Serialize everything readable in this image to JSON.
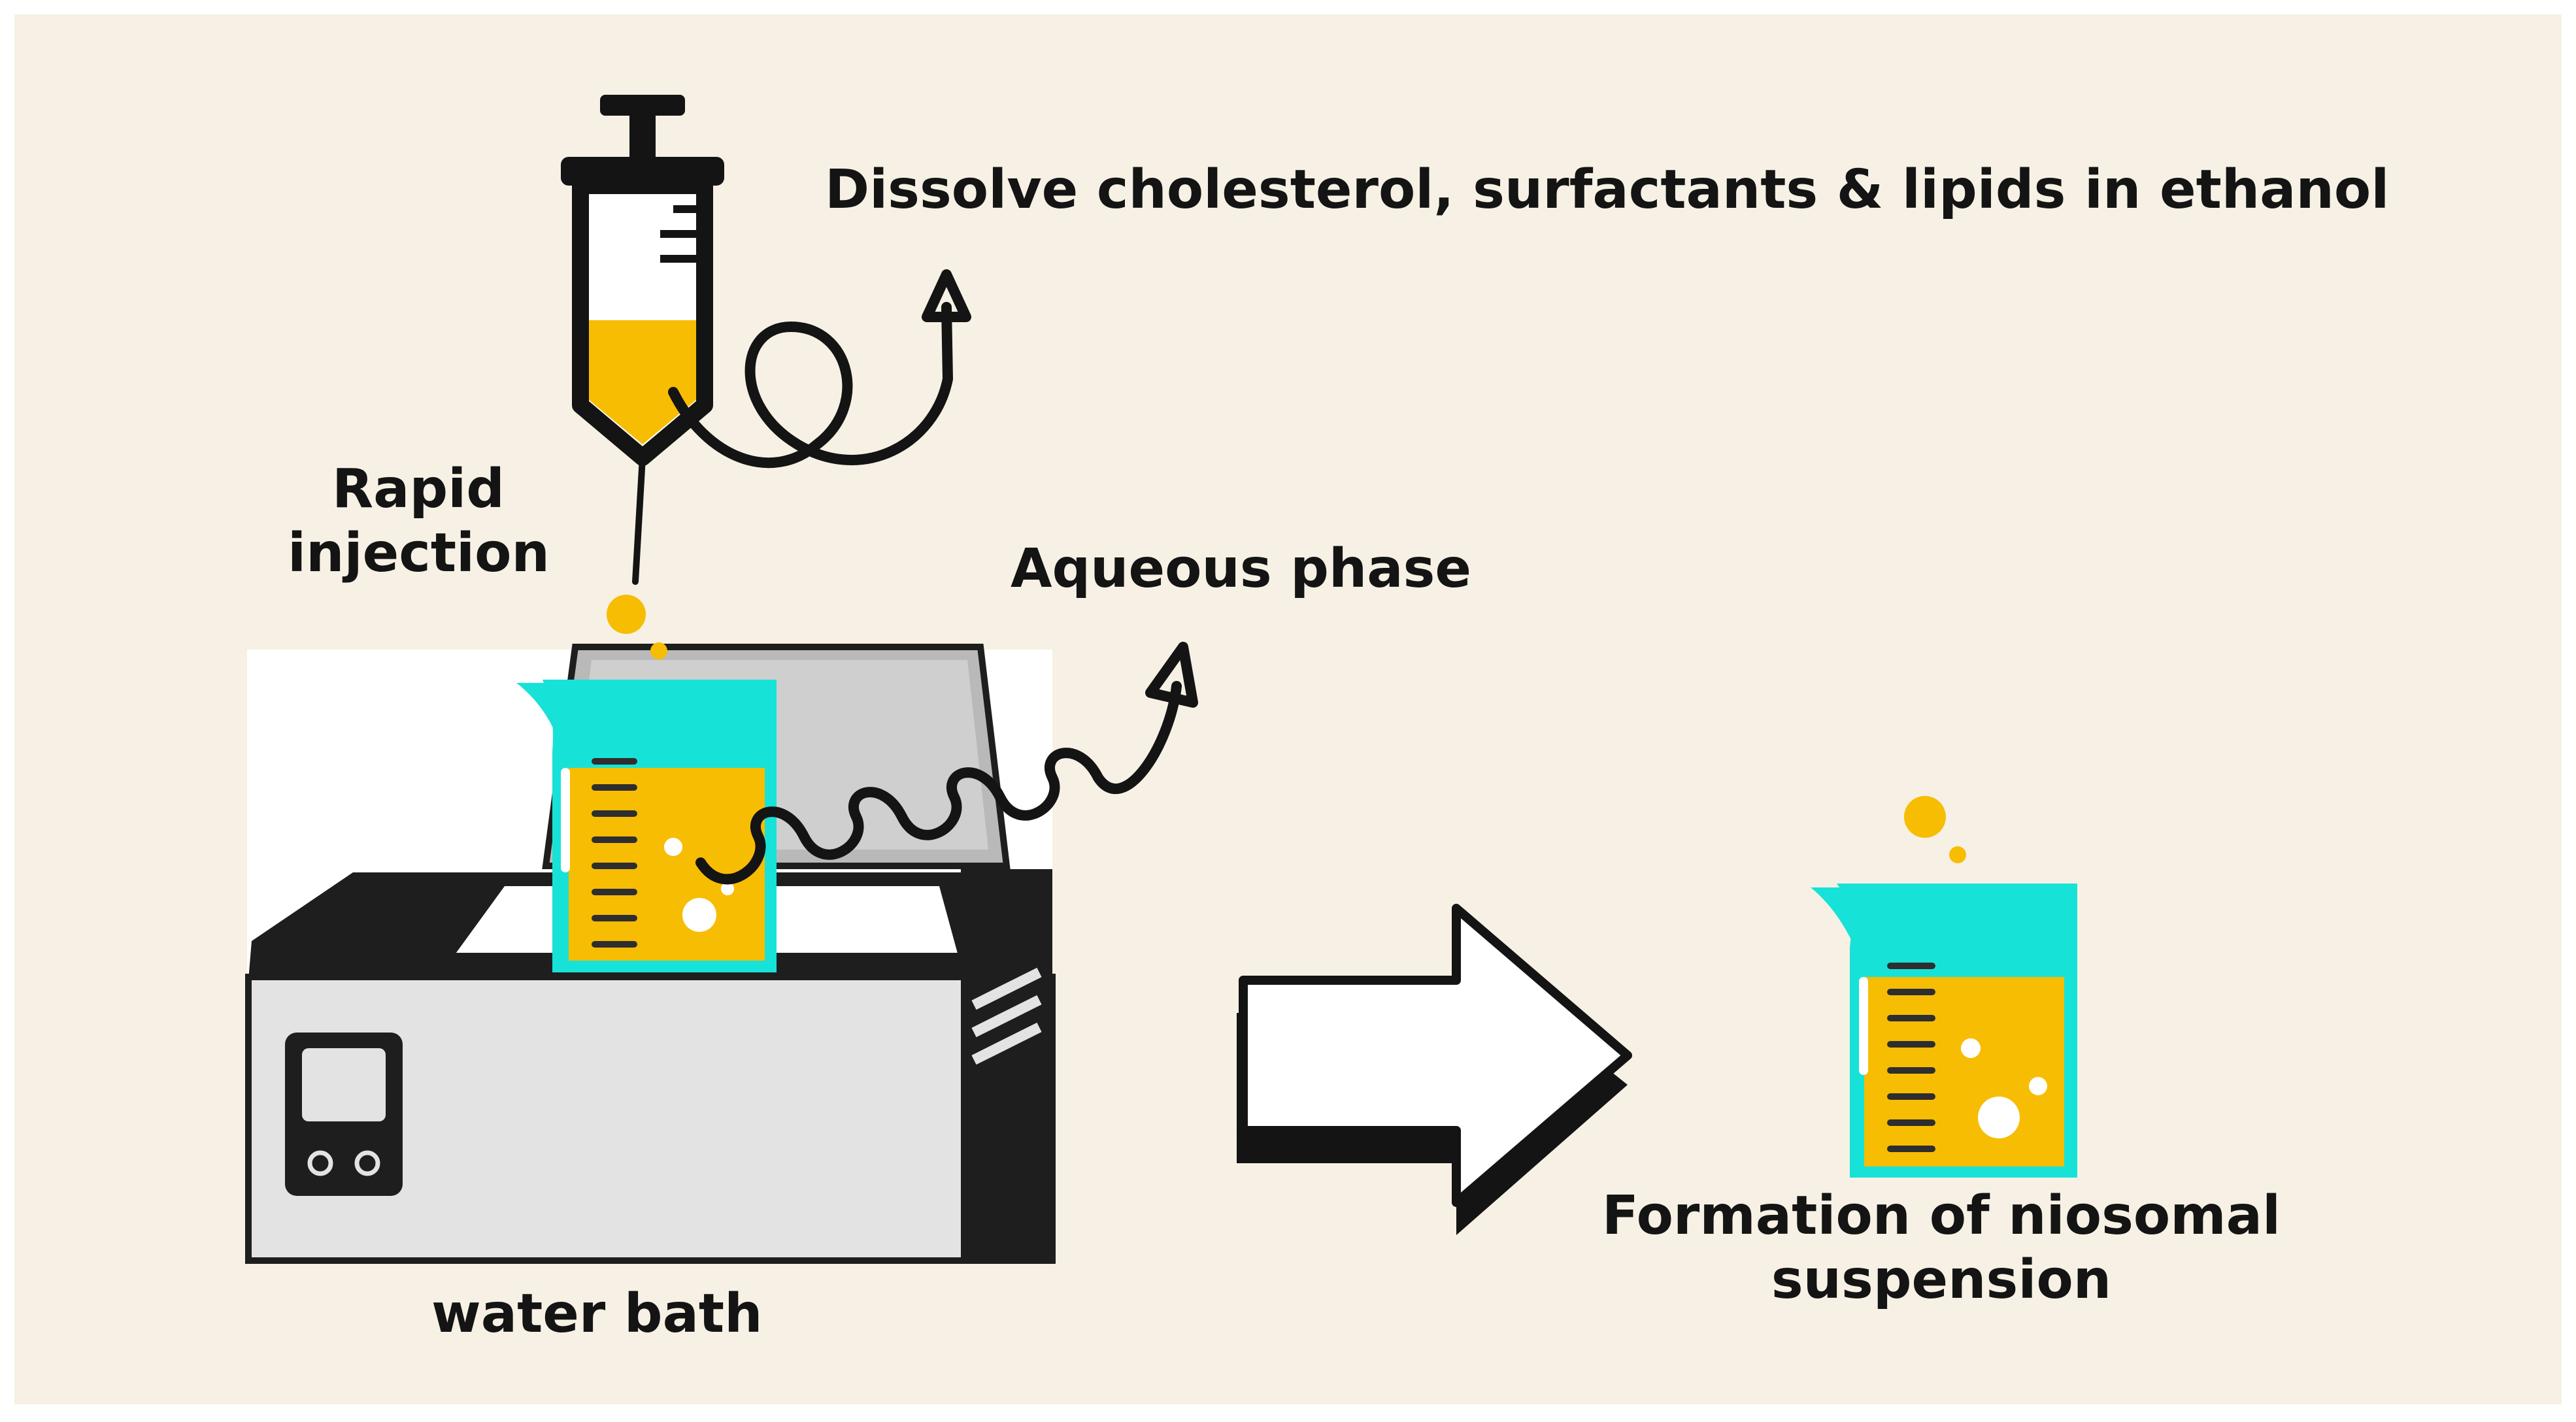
{
  "labels": {
    "dissolve": "Dissolve cholesterol, surfactants  & lipids in ethanol",
    "rapid_injection": "Rapid injection",
    "aqueous_phase": "Aqueous phase",
    "water_bath": "water bath",
    "formation": "Formation of niosomal suspension"
  },
  "colors": {
    "background": "#f6f1e4",
    "liquid": "#f7bd03",
    "beaker": "#17e2d8",
    "ink": "#141414",
    "bath_body": "#e3e3e3",
    "bath_dark": "#1e1e1e"
  },
  "icons": [
    "syringe-icon",
    "droplet-icon",
    "beaker-icon",
    "water-bath-icon",
    "process-arrow-icon",
    "curly-arrow-icon"
  ]
}
